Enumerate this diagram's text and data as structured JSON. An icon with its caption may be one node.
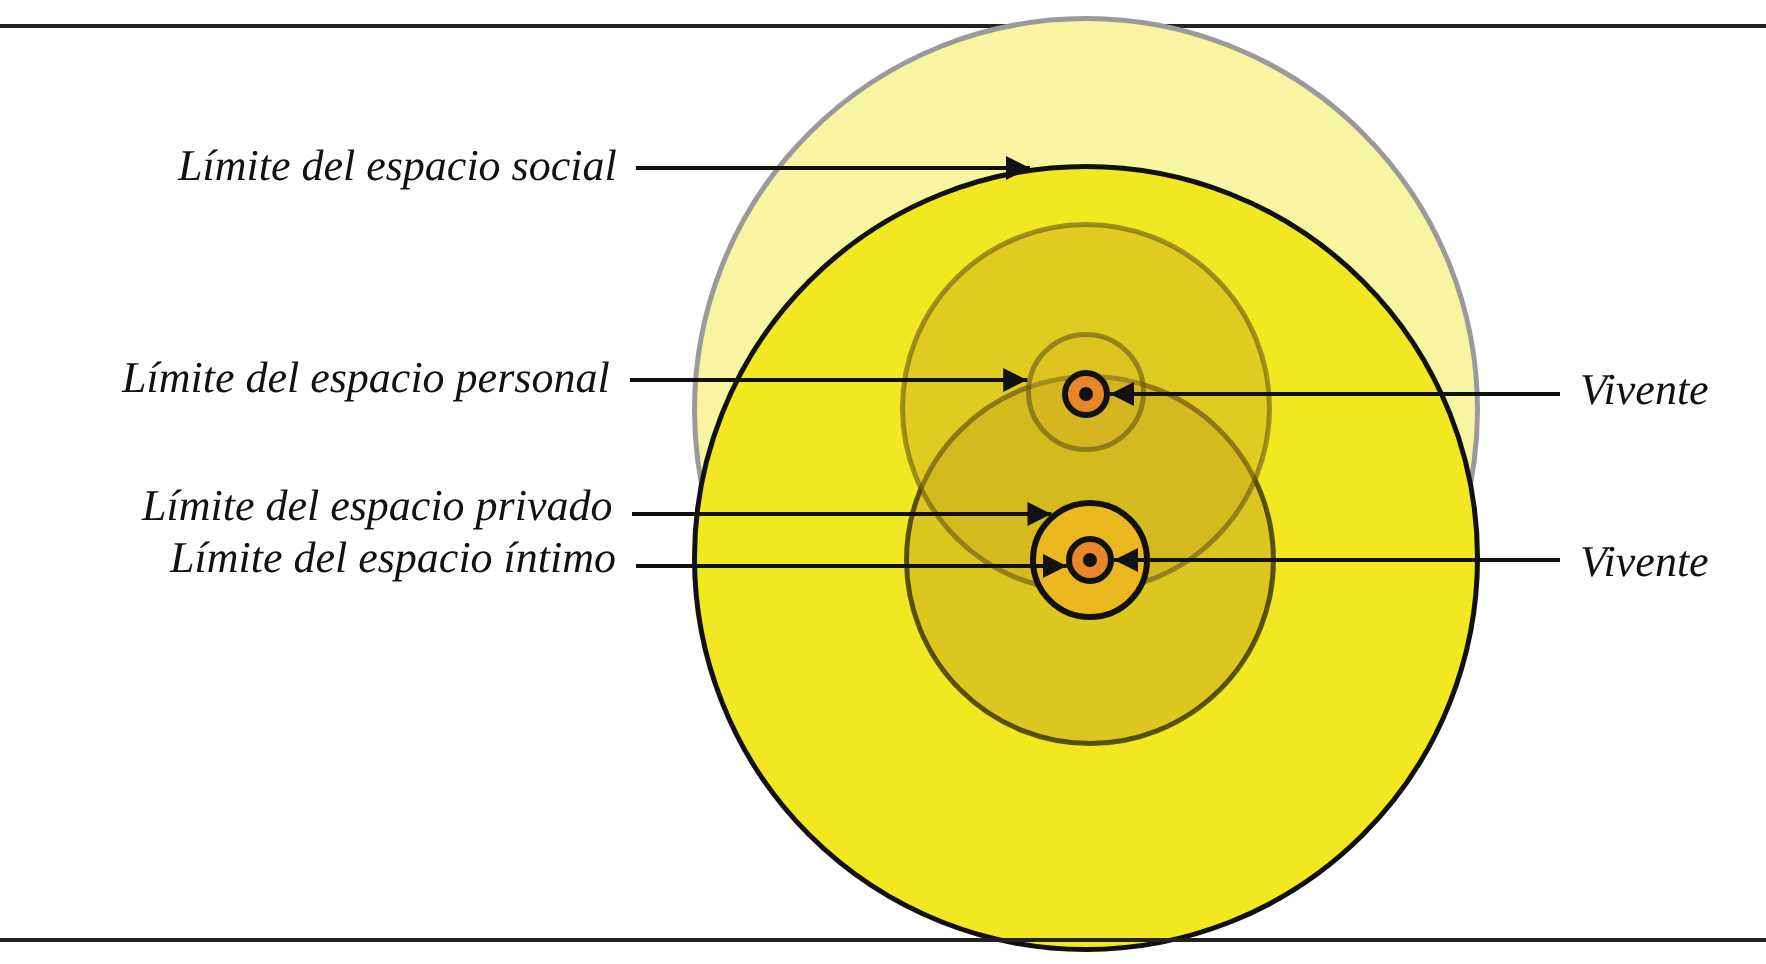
{
  "diagram": {
    "nodes": [
      {
        "text": [],
        "shape": "circle"
      },
      {
        "text": [],
        "shape": "circle"
      },
      {
        "text": [],
        "shape": "circle",
        "in": 0
      },
      {
        "text": [],
        "shape": "circle",
        "in": 1
      },
      {
        "text": [],
        "shape": "circle",
        "in": 2
      },
      {
        "text": [],
        "shape": "circle"
      },
      {
        "text": [],
        "shape": "circle",
        "in": 3
      },
      {
        "text": [],
        "shape": "circle"
      },
      {
        "text": [
          "Límite del espacio social"
        ]
      },
      {
        "text": [
          "Límite del espacio personal"
        ]
      },
      {
        "text": [
          "Límite del espacio privado"
        ]
      },
      {
        "text": [
          "Límite del espacio íntimo"
        ]
      },
      {
        "text": [
          "Vivente"
        ]
      },
      {
        "text": [
          "Vivente"
        ]
      }
    ],
    "edges": [
      {
        "from": 8,
        "to": 1,
        "arrow": "to"
      },
      {
        "from": 9,
        "to": 4,
        "arrow": "to"
      },
      {
        "from": 10,
        "to": 6,
        "arrow": "to"
      },
      {
        "from": 11,
        "to": 7,
        "arrow": "to"
      },
      {
        "from": 12,
        "to": 5,
        "arrow": "to"
      },
      {
        "from": 13,
        "to": 7,
        "arrow": "to"
      }
    ]
  }
}
